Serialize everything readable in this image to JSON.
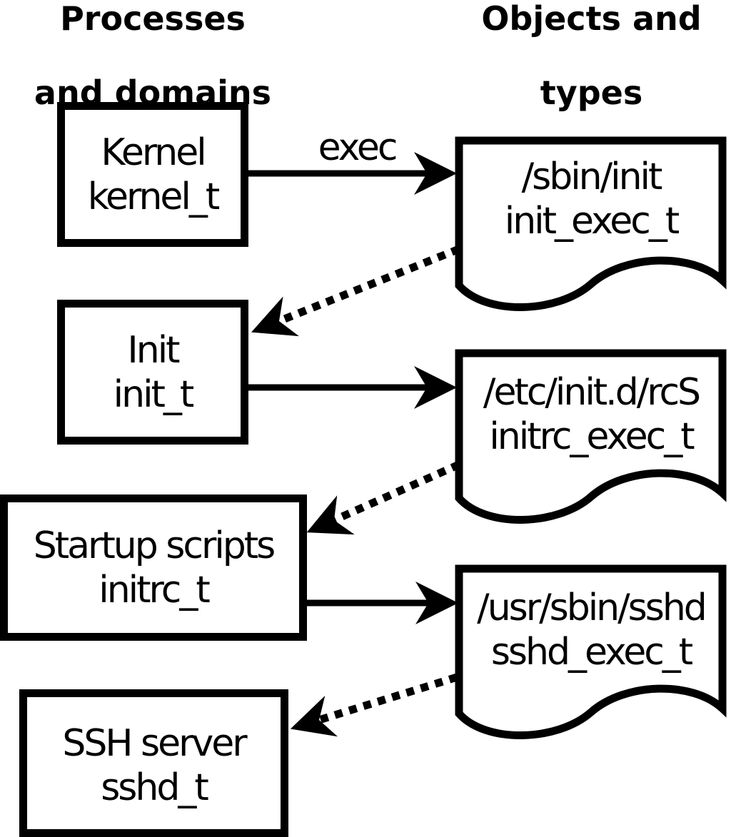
{
  "diagram": {
    "title_left": {
      "line1": "Processes",
      "line2": "and domains"
    },
    "title_right": {
      "line1": "Objects and",
      "line2": "types"
    },
    "edge_label": "exec",
    "processes": [
      {
        "name": "Kernel",
        "type": "kernel_t"
      },
      {
        "name": "Init",
        "type": "init_t"
      },
      {
        "name": "Startup scripts",
        "type": "initrc_t"
      },
      {
        "name": "SSH server",
        "type": "sshd_t"
      }
    ],
    "objects": [
      {
        "path": "/sbin/init",
        "type": "init_exec_t"
      },
      {
        "path": "/etc/init.d/rcS",
        "type": "initrc_exec_t"
      },
      {
        "path": "/usr/sbin/sshd",
        "type": "sshd_exec_t"
      }
    ],
    "colors": {
      "stroke": "#000000",
      "fill": "#ffffff",
      "background": "#ffffff"
    }
  }
}
